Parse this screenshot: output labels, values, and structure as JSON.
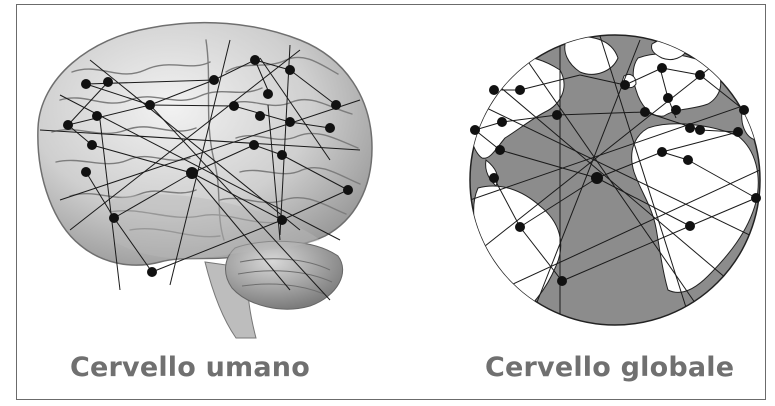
{
  "captions": {
    "left": "Cervello umano",
    "right": "Cervello globale"
  },
  "colors": {
    "frame": "#6b6b6b",
    "caption": "#707070",
    "brain_base": "#d9d9d9",
    "brain_shadow": "#8a8a8a",
    "ocean": "#8c8c8c",
    "land": "#ffffff",
    "network": "#1a1a1a",
    "node": "#111111"
  },
  "icons": {
    "left": "brain-illustration",
    "right": "globe-illustration"
  }
}
